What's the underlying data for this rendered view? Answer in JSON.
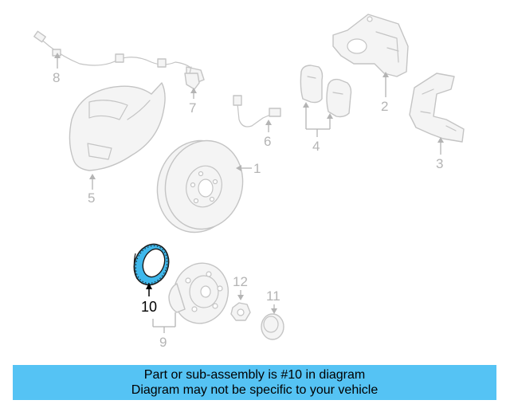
{
  "callouts": {
    "c1": "1",
    "c2": "2",
    "c3": "3",
    "c4": "4",
    "c5": "5",
    "c6": "6",
    "c7": "7",
    "c8": "8",
    "c9": "9",
    "c10": "10",
    "c11": "11",
    "c12": "12"
  },
  "highlighted_part": "10",
  "colors": {
    "highlight": "#3fb8ec",
    "banner": "#55c3f4",
    "outline": "#c4c4c4"
  },
  "banner": {
    "line1": "Part or sub-assembly is #10 in diagram",
    "line2": "Diagram may not be specific to your vehicle"
  }
}
